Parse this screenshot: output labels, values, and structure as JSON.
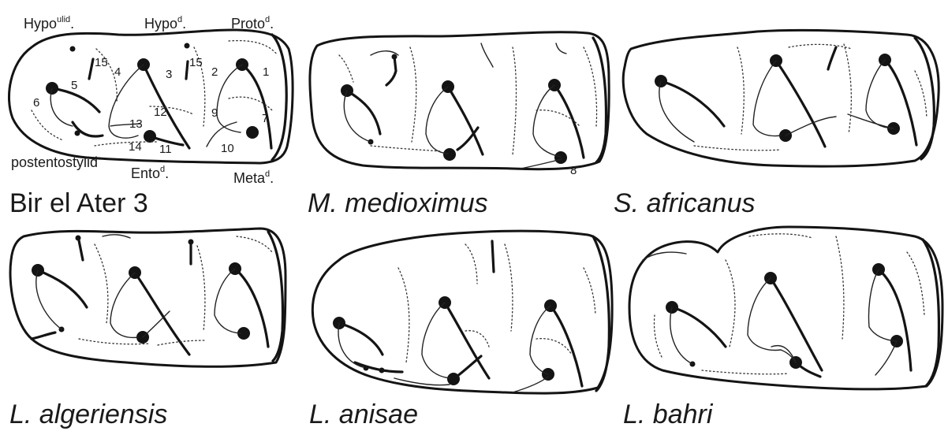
{
  "panels": [
    {
      "title": "Bir el Ater 3",
      "italic": false,
      "labels": {
        "hypoconulid": {
          "base": "Hypo",
          "sup": "ulid",
          "suffix": "."
        },
        "hypoconid": {
          "base": "Hypo",
          "sup": "d",
          "suffix": "."
        },
        "protoconid": {
          "base": "Proto",
          "sup": "d",
          "suffix": "."
        },
        "entoconid": {
          "base": "Ento",
          "sup": "d",
          "suffix": "."
        },
        "metaconid": {
          "base": "Meta",
          "sup": "d",
          "suffix": "."
        },
        "postentostylid": "postentostylid"
      },
      "numbers": [
        "1",
        "2",
        "3",
        "4",
        "5",
        "6",
        "7",
        "9",
        "10",
        "11",
        "12",
        "13",
        "14",
        "15",
        "15"
      ]
    },
    {
      "title": "M. medioximus",
      "italic": true,
      "numbers": [
        "8"
      ]
    },
    {
      "title": "S. africanus",
      "italic": true
    },
    {
      "title": "L. algeriensis",
      "italic": true
    },
    {
      "title": "L. anisae",
      "italic": true
    },
    {
      "title": "L. bahri",
      "italic": true
    }
  ]
}
